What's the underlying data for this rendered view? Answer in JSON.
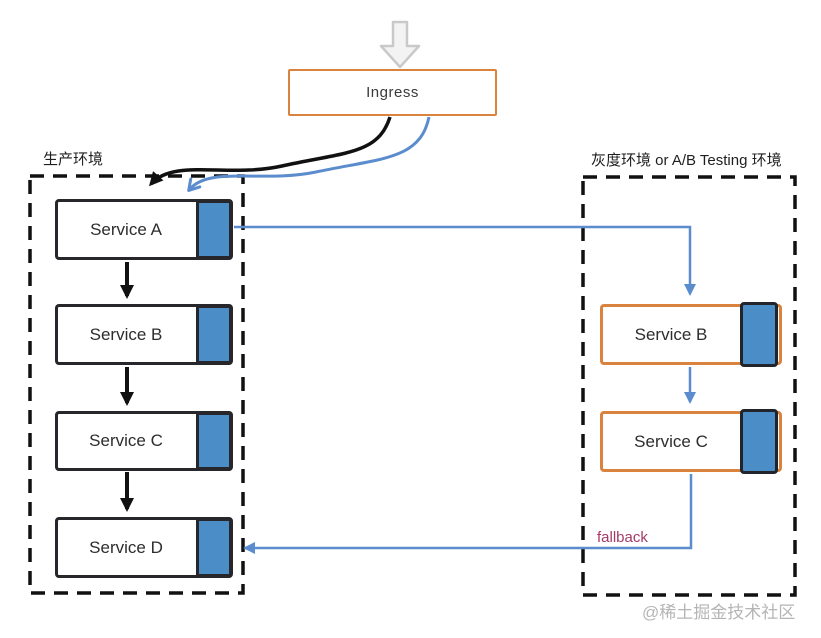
{
  "ingress": {
    "label": "Ingress"
  },
  "environments": {
    "production": {
      "label": "生产环境",
      "services": [
        {
          "label": "Service A"
        },
        {
          "label": "Service B"
        },
        {
          "label": "Service C"
        },
        {
          "label": "Service D"
        }
      ]
    },
    "canary": {
      "label": "灰度环境 or A/B Testing 环境",
      "services": [
        {
          "label": "Service B"
        },
        {
          "label": "Service C"
        }
      ]
    }
  },
  "edges": {
    "fallback_label": "fallback"
  },
  "watermark": "@稀土掘金技术社区",
  "colors": {
    "box_border_dark": "#26262b",
    "sidecar_blue": "#4b8ec7",
    "canary_orange": "#d9833f",
    "connector_blue": "#5b8ccd",
    "connector_black": "#111111",
    "fallback_text": "#a23b68",
    "watermark_gray": "#b5b5b5",
    "inflow_arrow_gray": "#c9c9c9"
  }
}
